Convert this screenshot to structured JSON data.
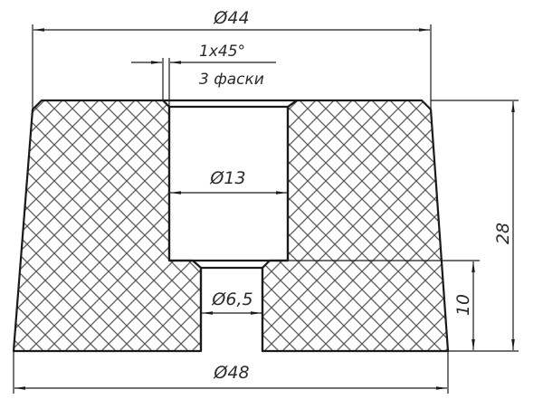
{
  "drawing": {
    "type": "technical-section-drawing",
    "description": "Section view of conical bushing with stepped through-bore",
    "colors": {
      "line": "#1a1a1a",
      "hatch": "#555555",
      "background": "#ffffff",
      "text": "#2a2a2a"
    },
    "dimensions": {
      "top_diameter": {
        "symbol": "Ø",
        "value": "44",
        "label": "Ø44"
      },
      "bottom_diameter": {
        "symbol": "Ø",
        "value": "48",
        "label": "Ø48"
      },
      "bore_diameter": {
        "symbol": "Ø",
        "value": "13",
        "label": "Ø13"
      },
      "small_bore_diameter": {
        "symbol": "Ø",
        "value": "6,5",
        "label": "Ø6,5"
      },
      "total_height": {
        "value": "28",
        "label": "28"
      },
      "small_bore_height": {
        "value": "10",
        "label": "10"
      }
    },
    "chamfer_note": {
      "line1": "1x45°",
      "line2": "3 фаски"
    }
  }
}
